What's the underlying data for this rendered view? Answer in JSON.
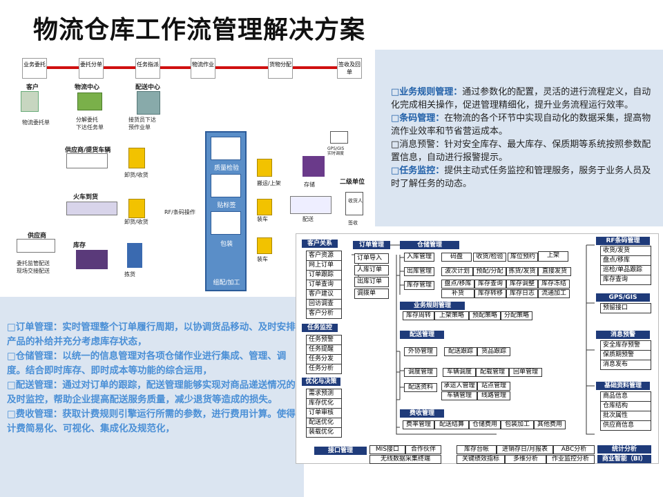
{
  "title": "物流仓库工作流管理解决方案",
  "flow": {
    "stages": [
      "业务委托",
      "委托分单",
      "任务指派",
      "物流作业",
      "货物分配",
      "签收及回单"
    ],
    "roles": {
      "customer": "客户",
      "center": "物流中心",
      "dispatch": "配送中心"
    },
    "role_desc": {
      "customer": "物流委托单",
      "center": "分解委托\n下达任务单",
      "dispatch": "接货员下达\n预作业单"
    },
    "sources": {
      "supplier_truck": "供应商/提货车辆",
      "train": "火车到货",
      "warehouse": "库存",
      "supplier": "供应商"
    },
    "ops": {
      "unload1": "卸货/收货",
      "unload2": "卸货/收货",
      "pick": "拣货",
      "rf": "RF/条码操作",
      "shelve": "搬运/上架",
      "store": "存储",
      "load1": "装车",
      "load2": "装车",
      "deliver": "配送",
      "supplier_note": "委托监管配送\n现场交接配送"
    },
    "processes": [
      "质量检验",
      "贴标签",
      "包装",
      "组配/加工"
    ],
    "right": {
      "gps": "GPS/GIS\n实时调度",
      "second": "二级单位",
      "receipt": "收货人",
      "sign": "签收"
    }
  },
  "right_desc": [
    {
      "head": "□业务规则管理：",
      "body": "通过参数化的配置，灵活的进行流程定义，自动化完成相关操作，促进管理精细化，提升业务流程运行效率。"
    },
    {
      "head": "□条码管理：",
      "body": "在物流的各个环节中实现自动化的数据采集，提高物流作业效率和节省营运成本。"
    },
    {
      "head": "",
      "body": "□消息预警：针对安全库存、最大库存、保质期等系统按照参数配置信息，自动进行报警提示。"
    },
    {
      "head": "□任务监控：",
      "body": "提供主动式任务监控和管理服务，服务于业务人员及时了解任务的动态。"
    }
  ],
  "left_desc": [
    "□订单管理：实时管理整个订单履行周期，以协调货品移动、及时安排产品的补给并充分考虑库存状态，",
    "□仓储管理：以统一的信息管理对各项仓储作业进行集成、管理、调度。结合即时库存、即时成本等功能的综合运用，",
    "□配送管理：通过对订单的跟踪，配送管理能够实现对商品递送情况的及时监控，帮助企业提高配送服务质量，减少退货等造成的损失。",
    "□费收管理：获取计费规则引擎运行所需的参数，进行费用计算。使得计费简易化、可视化、集成化及规范化，"
  ],
  "diagram": {
    "customer": {
      "head": "客户关系",
      "items": [
        "客户资源",
        "网上订单",
        "订单跟踪",
        "订单查询",
        "客户建议",
        "回访调查",
        "客户分析"
      ]
    },
    "task": {
      "head": "任务监控",
      "items": [
        "任务预警",
        "任务提醒",
        "任务分发",
        "任务分析"
      ]
    },
    "opt": {
      "head": "优化与决策",
      "items": [
        "需求预测",
        "库存优化",
        "订单审核",
        "配送优化",
        "装载优化"
      ]
    },
    "order": {
      "head": "订单管理",
      "items": [
        "订单导入",
        "人库订单",
        "出库订单",
        "调拨单"
      ]
    },
    "storage": {
      "head": "仓储管理",
      "in": {
        "label": "入库管理",
        "items": [
          "码盘",
          "收货/检验",
          "库位预约",
          "上架"
        ]
      },
      "out": {
        "label": "出库管理",
        "items": [
          "波次计划",
          "预配/分配",
          "拣货/发货",
          "直接发货"
        ]
      },
      "stock": {
        "label": "库存管理",
        "row1": [
          "盘点/移库",
          "库存查询",
          "库存调整",
          "库存冻结"
        ],
        "row2": [
          "补货",
          "库存转移",
          "库存日志",
          "流通加工"
        ]
      }
    },
    "rules": {
      "head": "业务规则管理",
      "items": [
        "库存周转",
        "上架策略",
        "预配策略",
        "分配策略"
      ]
    },
    "delivery": {
      "head": "配送管理",
      "outsource": {
        "label": "外协管理",
        "items": [
          "配送跟踪",
          "货品跟踪"
        ]
      },
      "dispatch": {
        "label": "调度管理",
        "items": [
          "车辆调度",
          "配载管理",
          "回单管理"
        ]
      },
      "data": {
        "label": "配送资料",
        "row1": [
          "承运人管理",
          "站点管理"
        ],
        "row2": [
          "车辆管理",
          "线路管理"
        ]
      }
    },
    "fee": {
      "head": "费收管理",
      "items": [
        "费率管理",
        "配送结算",
        "仓储费用",
        "包装加工",
        "其他费用"
      ]
    },
    "rf": {
      "head": "RF条码管理",
      "items": [
        "收货/发货",
        "盘点/移库",
        "巡检/单品跟踪",
        "库存查询"
      ]
    },
    "gps": {
      "head": "GPS/GIS",
      "items": [
        "预留接口"
      ]
    },
    "alert": {
      "head": "消息预警",
      "items": [
        "安全库存预警",
        "保质期预警",
        "消息发布"
      ]
    },
    "base": {
      "head": "基础资料管理",
      "items": [
        "商品信息",
        "仓库结构",
        "批次属性",
        "供应商信息"
      ]
    },
    "iface": {
      "head": "接口管理",
      "items": [
        "MIS接口",
        "合作伙伴",
        "无线数据采集终端"
      ]
    },
    "bi": {
      "head": "统计分析",
      "sub": "商业智能（BI）",
      "items": [
        "库存台帐",
        "进销存日/月报表",
        "ABC分析",
        "关键绩效指标",
        "多维分析",
        "作业监控分析"
      ]
    }
  },
  "colors": {
    "accent": "#1f3b7a",
    "red": "#d01010",
    "panel": "#dbe5f1",
    "text_blue": "#4a8fd6",
    "head_blue": "#1f5fa8"
  }
}
